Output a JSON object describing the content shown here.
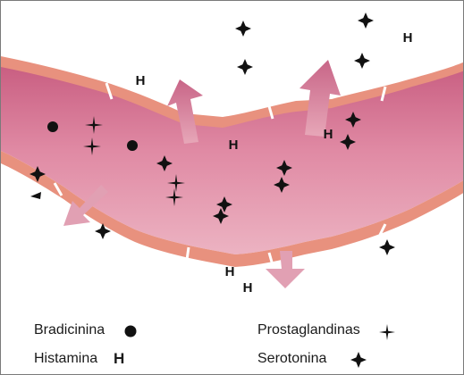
{
  "colors": {
    "tissue_fill": "#d97a98",
    "tissue_light": "#f0bcc8",
    "membrane": "#e8917e",
    "arrow": "#cf6f8c",
    "marker": "#111111"
  },
  "legend": {
    "bradicinina": {
      "label": "Bradicinina",
      "icon": "filled-circle"
    },
    "histamina": {
      "label": "Histamina",
      "icon": "letter-H",
      "symbol": "H"
    },
    "prostaglandinas": {
      "label": "Prostaglandinas",
      "icon": "thin-four-point-star"
    },
    "serotonina": {
      "label": "Serotonina",
      "icon": "filled-four-point-star"
    }
  },
  "marker_letter": "H"
}
